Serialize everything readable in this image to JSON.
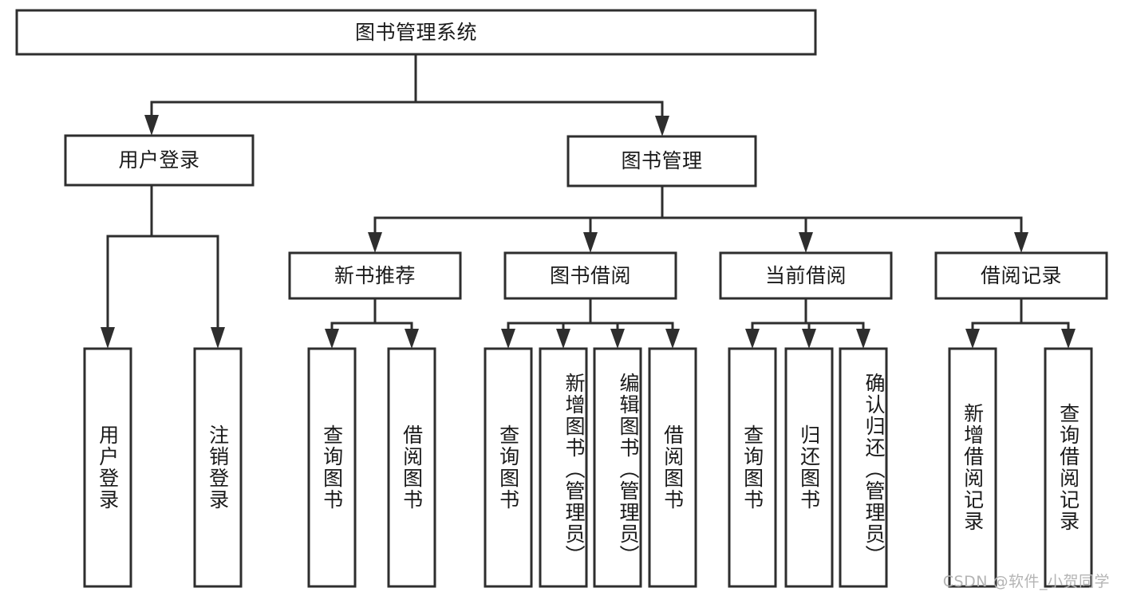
{
  "diagram": {
    "title": "图书管理系统",
    "type": "hierarchy-tree",
    "levels": 4,
    "root": {
      "id": "root",
      "label": "图书管理系统",
      "orientation": "horizontal"
    },
    "level2": [
      {
        "id": "user-login",
        "label": "用户登录",
        "orientation": "horizontal"
      },
      {
        "id": "book-management",
        "label": "图书管理",
        "orientation": "horizontal"
      }
    ],
    "level3": [
      {
        "id": "new-book-recommend",
        "label": "新书推荐",
        "orientation": "horizontal",
        "parent": "book-management"
      },
      {
        "id": "book-borrow",
        "label": "图书借阅",
        "orientation": "horizontal",
        "parent": "book-management"
      },
      {
        "id": "current-borrow",
        "label": "当前借阅",
        "orientation": "horizontal",
        "parent": "book-management"
      },
      {
        "id": "borrow-record",
        "label": "借阅记录",
        "orientation": "horizontal",
        "parent": "book-management"
      }
    ],
    "leaves": [
      {
        "id": "leaf-user-login",
        "label": "用户登录",
        "parent": "user-login",
        "orientation": "vertical"
      },
      {
        "id": "leaf-user-logout",
        "label": "注销登录",
        "parent": "user-login",
        "orientation": "vertical"
      },
      {
        "id": "leaf-query-book-1",
        "label": "查询图书",
        "parent": "new-book-recommend",
        "orientation": "vertical"
      },
      {
        "id": "leaf-borrow-book-1",
        "label": "借阅图书",
        "parent": "new-book-recommend",
        "orientation": "vertical"
      },
      {
        "id": "leaf-query-book-2",
        "label": "查询图书",
        "parent": "book-borrow",
        "orientation": "vertical"
      },
      {
        "id": "leaf-add-book",
        "label": "新增图书（管理员）",
        "parent": "book-borrow",
        "orientation": "vertical"
      },
      {
        "id": "leaf-edit-book",
        "label": "编辑图书（管理员）",
        "parent": "book-borrow",
        "orientation": "vertical"
      },
      {
        "id": "leaf-borrow-book-2",
        "label": "借阅图书",
        "parent": "book-borrow",
        "orientation": "vertical"
      },
      {
        "id": "leaf-query-book-3",
        "label": "查询图书",
        "parent": "current-borrow",
        "orientation": "vertical"
      },
      {
        "id": "leaf-return-book",
        "label": "归还图书",
        "parent": "current-borrow",
        "orientation": "vertical"
      },
      {
        "id": "leaf-confirm-return",
        "label": "确认归还（管理员）",
        "parent": "current-borrow",
        "orientation": "vertical"
      },
      {
        "id": "leaf-add-record",
        "label": "新增借阅记录",
        "parent": "borrow-record",
        "orientation": "vertical"
      },
      {
        "id": "leaf-query-record",
        "label": "查询借阅记录",
        "parent": "borrow-record",
        "orientation": "vertical"
      }
    ],
    "watermark": "CSDN @软件_小贺同学",
    "colors": {
      "stroke": "#2e2e2e",
      "fill": "#ffffff",
      "text": "#1a1a1a",
      "watermark": "#b4b4b4"
    }
  }
}
